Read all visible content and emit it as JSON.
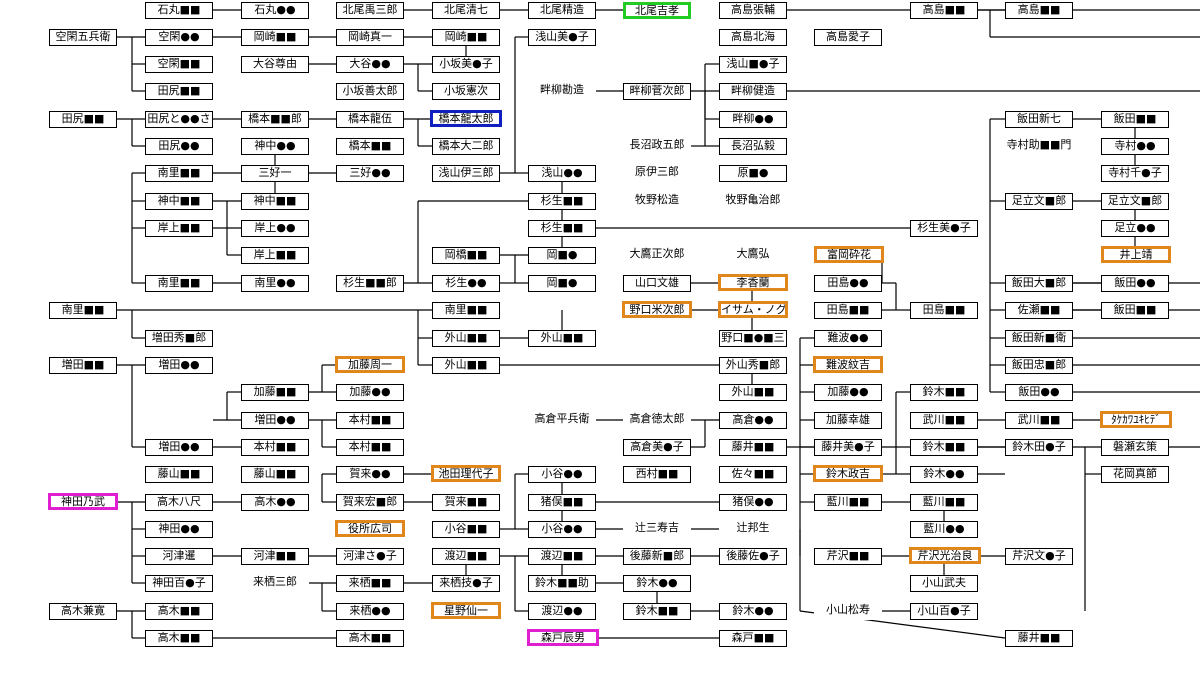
{
  "colors": {
    "line": "#000000",
    "green": "#22cc22",
    "blue": "#1020c0",
    "orange": "#e0861a",
    "magenta": "#e020d0"
  },
  "nodes": {
    "n1": "石丸■■",
    "n2": "石丸●●",
    "n3": "北尾禹三郎",
    "n4": "北尾清七",
    "n5": "北尾精造",
    "n6": "北尾吉孝",
    "n7": "高島張輔",
    "n8": "高島■■",
    "n9": "高島■■",
    "n10": "空閑五兵衛",
    "n11": "空閑●●",
    "n12": "岡崎■■",
    "n13": "岡崎真一",
    "n14": "岡崎■■",
    "n15": "浅山美●子",
    "n16": "高島北海",
    "n17": "高島愛子",
    "n18": "空閑■■",
    "n19": "大谷尊由",
    "n20": "大谷●●",
    "n21": "小坂美●子",
    "n22": "浅山■●子",
    "n23": "田尻■■",
    "n24": "小坂善太郎",
    "n25": "小坂憲次",
    "n26": "畔柳勘造",
    "n27": "畔柳菅次郎",
    "n28": "畔柳健造",
    "n29": "田尻■■",
    "n30": "田尻と●●さ",
    "n31": "橋本■■郎",
    "n32": "橋本龍伍",
    "n33": "橋本龍太郎",
    "n34": "畔柳●●",
    "n35": "飯田新七",
    "n36": "飯田■■",
    "n37": "田尻●●",
    "n38": "神中●●",
    "n39": "橋本■■",
    "n40": "橋本大二郎",
    "n41": "長沼政五郎",
    "n42": "長沼弘毅",
    "n43": "寺村助■■門",
    "n44": "寺村●●",
    "n45": "南里■■",
    "n46": "三好一",
    "n47": "三好●●",
    "n48": "浅山伊三郎",
    "n49": "浅山●●",
    "n50": "原伊三郎",
    "n51": "原■●",
    "n52": "寺村千●子",
    "n53": "神中■■",
    "n54": "神中■■",
    "n55": "杉生■■",
    "n56": "牧野松造",
    "n57": "牧野亀治郎",
    "n58": "足立文■郎",
    "n59": "足立文■郎",
    "n60": "岸上■■",
    "n61": "岸上●●",
    "n62": "杉生■■",
    "n63": "杉生美●子",
    "n64": "足立●●",
    "n65": "岸上■■",
    "n66": "岡橋■■",
    "n67": "岡■●",
    "n68": "大鷹正次郎",
    "n69": "大鷹弘",
    "n70": "富岡砕花",
    "n71": "井上靖",
    "n72": "南里■■",
    "n73": "南里●●",
    "n74": "杉生■■郎",
    "n75": "杉生●●",
    "n76": "岡■●",
    "n77": "山口文雄",
    "n78": "李香蘭",
    "n79": "田島●●",
    "n80": "飯田大■郎",
    "n81": "飯田●●",
    "n82": "南里■■",
    "n83": "南里■■",
    "n84": "野口米次郎",
    "n85": "イサム・ノグチ",
    "n86": "田島■■",
    "n87": "田島■■",
    "n88": "佐瀬■■",
    "n89": "飯田■■",
    "n90": "増田秀■郎",
    "n91": "外山■■",
    "n92": "外山■■",
    "n93": "野口■●■三",
    "n94": "難波●●",
    "n95": "飯田新■衛",
    "n96": "増田■■",
    "n97": "増田●●",
    "n98": "加藤周一",
    "n99": "外山■■",
    "n100": "外山秀■郎",
    "n101": "難波紋吉",
    "n102": "飯田忠■郎",
    "n103": "加藤■■",
    "n104": "加藤●●",
    "n105": "外山■■",
    "n106": "加藤●●",
    "n107": "鈴木■■",
    "n108": "飯田●●",
    "n109": "増田●●",
    "n110": "本村■■",
    "n111": "高倉平兵衛",
    "n112": "高倉徳太郎",
    "n113": "高倉●●",
    "n114": "加藤幸雄",
    "n115": "武川■■",
    "n116": "武川■■",
    "n117": "ﾀｹｶﾜﾕｷﾋﾃﾞ",
    "n118": "増田●●",
    "n119": "本村■■",
    "n120": "本村■■",
    "n121": "高倉美●子",
    "n122": "藤井■■",
    "n123": "藤井美●子",
    "n124": "鈴木■■",
    "n125": "鈴木田●子",
    "n126": "磐瀬玄策",
    "n127": "藤山■■",
    "n128": "藤山■■",
    "n129": "賀来●●",
    "n130": "池田理代子",
    "n131": "小谷●●",
    "n132": "西村■■",
    "n133": "佐々■■",
    "n134": "鈴木政吉",
    "n135": "鈴木●●",
    "n136": "花岡真節",
    "n137": "神田乃武",
    "n138": "高木八尺",
    "n139": "高木●●",
    "n140": "賀来宏■郎",
    "n141": "賀来■■",
    "n142": "猪俣■■",
    "n143": "猪俣●●",
    "n144": "藍川■■",
    "n145": "藍川■■",
    "n146": "神田●●",
    "n147": "役所広司",
    "n148": "小谷■■",
    "n149": "小谷●●",
    "n150": "辻三寿吉",
    "n151": "辻邦生",
    "n152": "藍川●●",
    "n153": "河津暹",
    "n154": "河津■■",
    "n155": "河津さ●子",
    "n156": "渡辺■■",
    "n157": "渡辺■■",
    "n158": "後藤新■郎",
    "n159": "後藤佐●子",
    "n160": "芹沢■■",
    "n161": "芹沢光治良",
    "n162": "芹沢文●子",
    "n163": "神田百●子",
    "n164": "来栖三郎",
    "n165": "来栖■■",
    "n166": "来栖技●子",
    "n167": "鈴木■■助",
    "n168": "鈴木●●",
    "n169": "小山武夫",
    "n170": "高木兼寛",
    "n171": "高木■■",
    "n172": "来栖●●",
    "n173": "星野仙一",
    "n174": "渡辺●●",
    "n175": "鈴木■■",
    "n176": "鈴木●●",
    "n177": "小山松寿",
    "n178": "小山百●子",
    "n179": "高木■■",
    "n180": "高木■■",
    "n181": "森戸辰男",
    "n182": "森戸■■",
    "n183": "藤井■■"
  }
}
